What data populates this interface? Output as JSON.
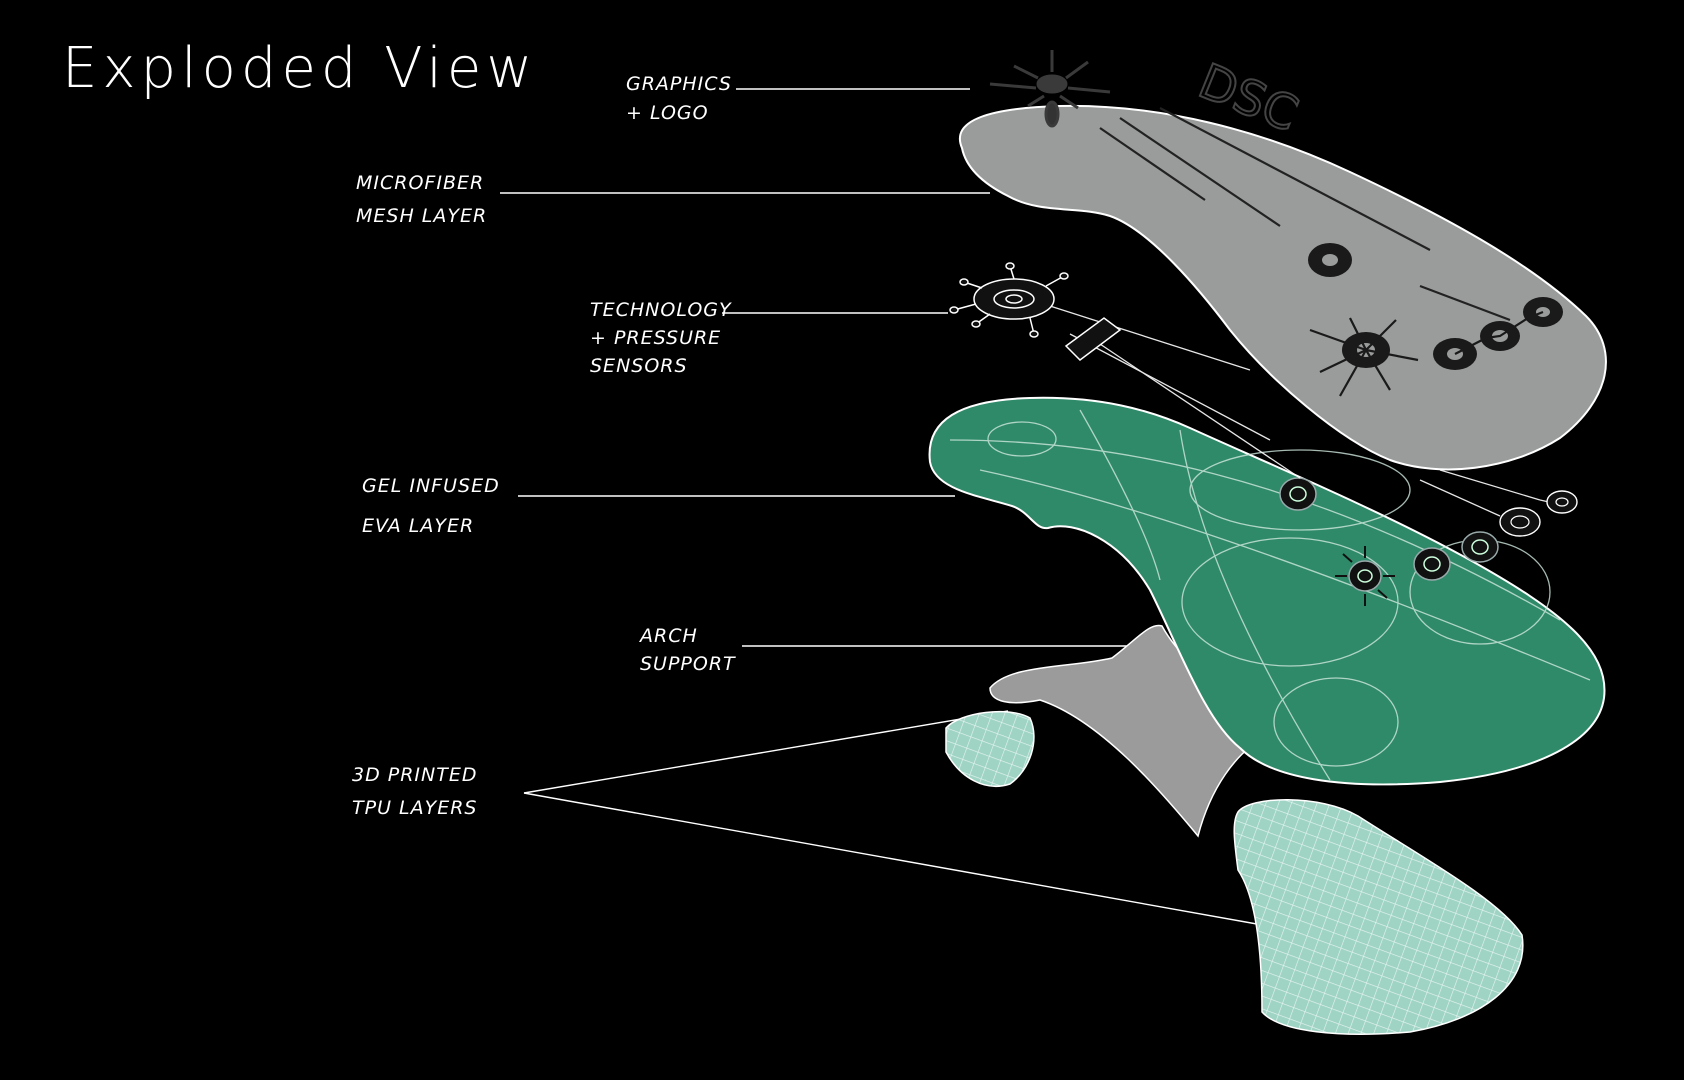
{
  "title": "Exploded View",
  "colors": {
    "background": "#000000",
    "mesh_layer": "#9a9c9b",
    "gel_layer": "#2f8a6a",
    "arch_support": "#9b9b9b",
    "tpu_layer": "#9fd4c4",
    "line": "#ffffff"
  },
  "logo_text": "DSC",
  "callouts": {
    "graphics": [
      "GRAPHICS",
      "+ LOGO"
    ],
    "microfiber": [
      "MICROFIBER",
      "MESH LAYER"
    ],
    "technology": [
      "TECHNOLOGY",
      "+ PRESSURE",
      "SENSORS"
    ],
    "gel": [
      "GEL INFUSED",
      "EVA LAYER"
    ],
    "arch": [
      "ARCH",
      "SUPPORT"
    ],
    "tpu": [
      "3D PRINTED",
      "TPU LAYERS"
    ]
  }
}
